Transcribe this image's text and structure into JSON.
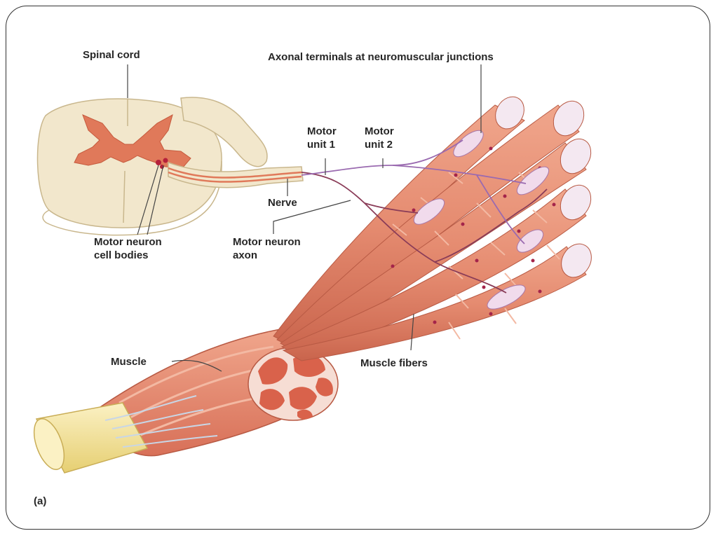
{
  "labels": {
    "spinal_cord": "Spinal cord",
    "axonal_terminals": "Axonal terminals at neuromuscular junctions",
    "motor_unit_1": [
      "Motor",
      "unit 1"
    ],
    "motor_unit_2": [
      "Motor",
      "unit 2"
    ],
    "nerve": "Nerve",
    "motor_neuron_cell_bodies": [
      "Motor neuron",
      "cell bodies"
    ],
    "motor_neuron_axon": [
      "Motor neuron",
      "axon"
    ],
    "muscle": "Muscle",
    "muscle_fibers": "Muscle fibers",
    "panel": "(a)"
  },
  "colors": {
    "spinal_cord_white_matter": "#f2e7cc",
    "gray_matter": "#e0795a",
    "muscle_fiber": "#e58b70",
    "muscle_stripe": "#f3b9a3",
    "fiber_end_cap": "#f4e8f1",
    "tendon": "#f3e3a0",
    "motor_unit_1_axon": "#8a3c58",
    "motor_unit_2_axon": "#9a6ab0",
    "text": "#262626"
  }
}
